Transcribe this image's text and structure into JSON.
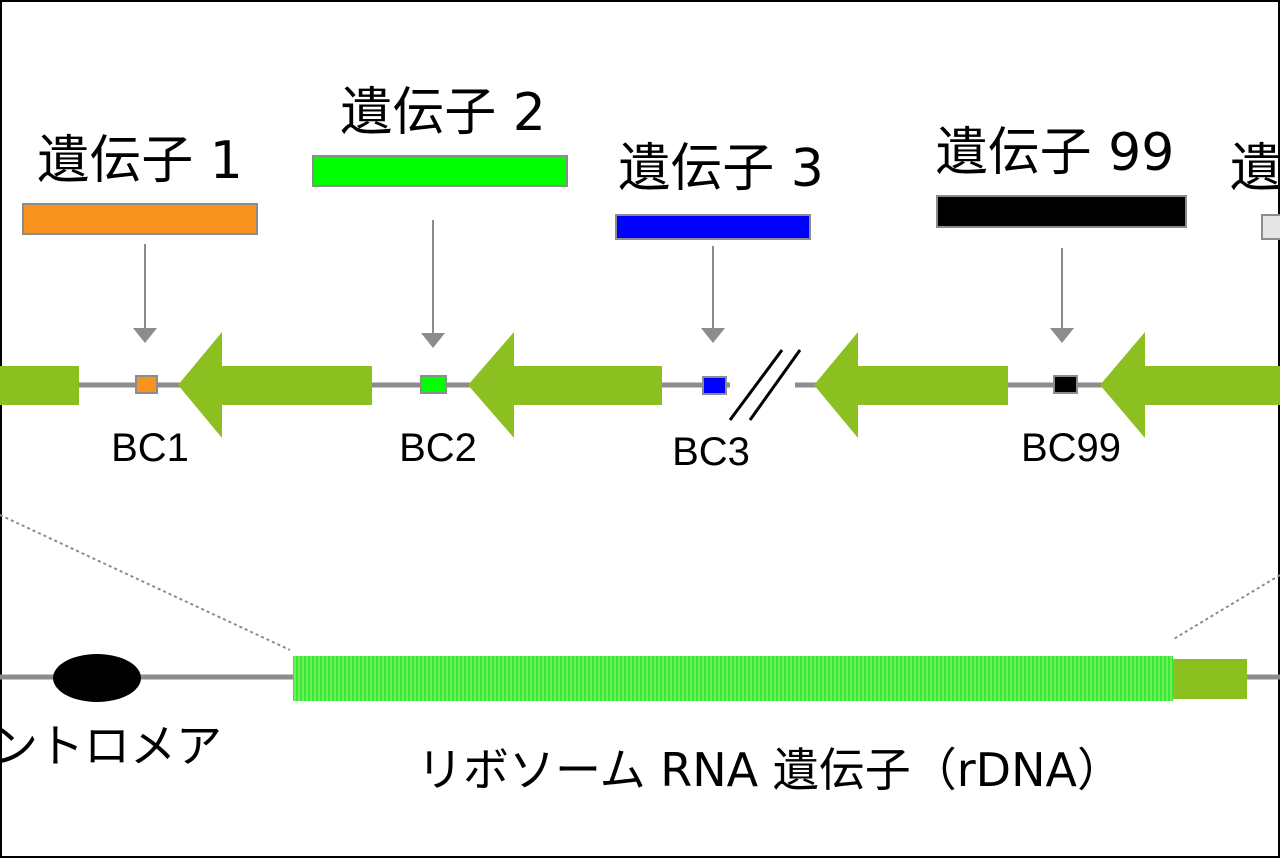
{
  "genes": [
    {
      "id": "g1",
      "label": "遺伝子 1",
      "barcode": "BC1",
      "color": "#f7931e"
    },
    {
      "id": "g2",
      "label": "遺伝子 2",
      "barcode": "BC2",
      "color": "#00ff00"
    },
    {
      "id": "g3",
      "label": "遺伝子 3",
      "barcode": "BC3",
      "color": "#0000ff"
    },
    {
      "id": "g99",
      "label": "遺伝子 99",
      "barcode": "BC99",
      "color": "#000000"
    },
    {
      "id": "gnext",
      "label": "遺",
      "barcode": "",
      "color": "#e6e6e6"
    }
  ],
  "centromere": {
    "label": "ントロメア"
  },
  "rdna": {
    "label": "リボソーム RNA 遺伝子（rDNA）"
  },
  "colors": {
    "rdna_unit": "#8cc021",
    "rdna_array": "#39e639",
    "line": "#8c8c8c",
    "frame": "#000000"
  }
}
